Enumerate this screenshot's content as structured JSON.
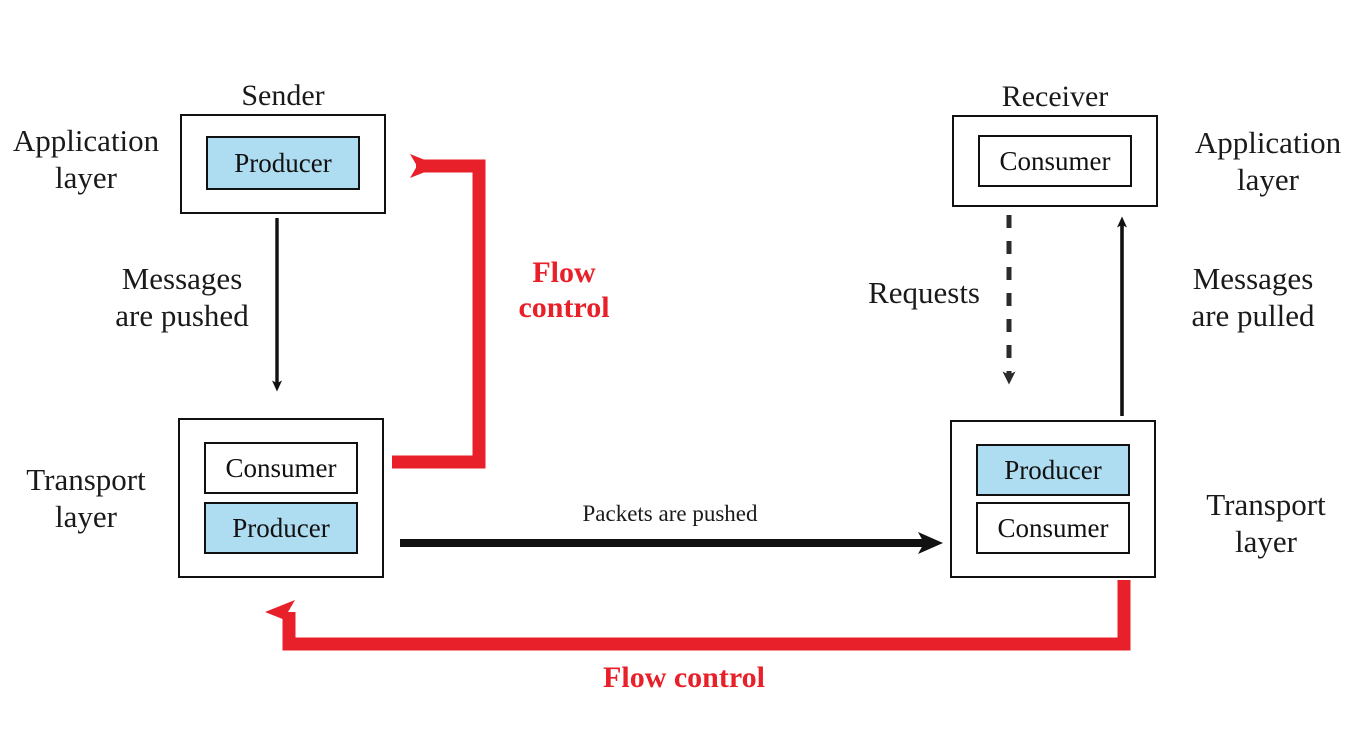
{
  "diagram": {
    "title_sender": "Sender",
    "title_receiver": "Receiver",
    "left_application_layer": "Application\nlayer",
    "left_transport_layer": "Transport\nlayer",
    "right_application_layer": "Application\nlayer",
    "right_transport_layer": "Transport\nlayer",
    "sender_app_role": "Producer",
    "receiver_app_role": "Consumer",
    "sender_transport_top": "Consumer",
    "sender_transport_bottom": "Producer",
    "receiver_transport_top": "Producer",
    "receiver_transport_bottom": "Consumer",
    "messages_pushed": "Messages\nare pushed",
    "messages_pulled": "Messages\nare pulled",
    "requests": "Requests",
    "packets_pushed": "Packets are pushed",
    "flow_control_upper": "Flow\ncontrol",
    "flow_control_lower": "Flow control"
  },
  "colors": {
    "producer_fill": "#aedcf0",
    "consumer_fill": "#ffffff",
    "flow_control_red": "#e8202a",
    "arrow_black": "#111111",
    "shadow_gray": "#5a5a5a",
    "text": "#1a1a1a"
  },
  "icons": {
    "arrow_down_solid": "arrow-down-icon",
    "arrow_up_solid": "arrow-up-icon",
    "arrow_right_solid": "arrow-right-icon",
    "arrow_left_red": "arrow-left-red-icon",
    "arrow_down_dashed": "arrow-down-dashed-icon"
  }
}
